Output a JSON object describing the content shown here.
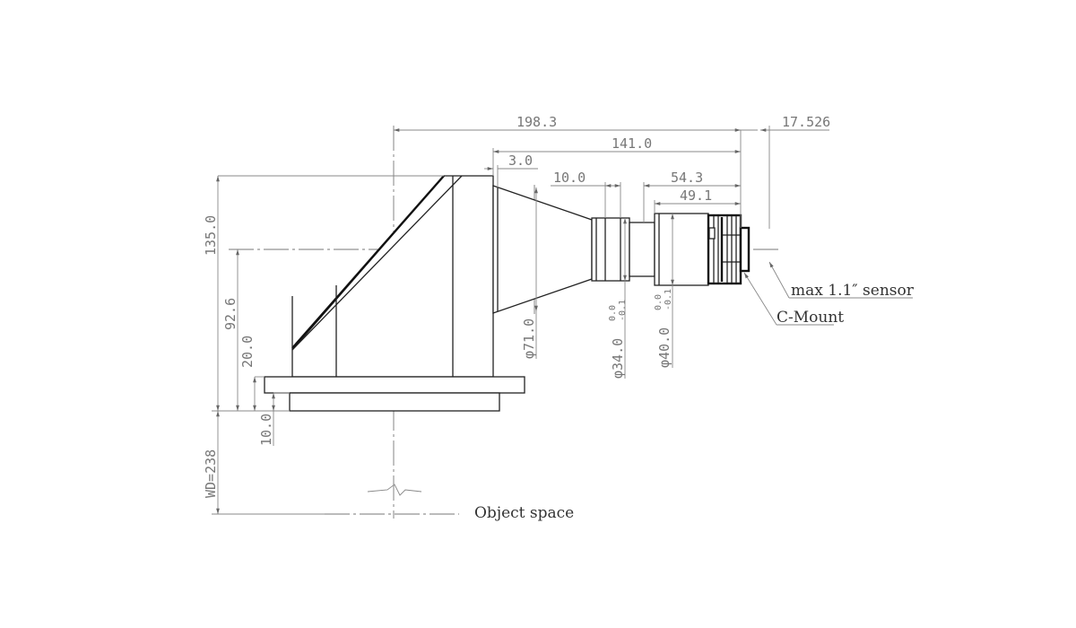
{
  "dimensions": {
    "overall_length": "198.3",
    "barrel_length": "141.0",
    "back_focus": "17.526",
    "flange_offset": "3.0",
    "ring_width": "10.0",
    "rear_length": "54.3",
    "rear_barrel": "49.1",
    "total_height": "135.0",
    "axis_height": "92.6",
    "base_step": "20.0",
    "base_thickness": "10.0",
    "working_distance": "WD=238",
    "dia_cone": "φ71.0",
    "dia_ring": "φ34.0",
    "dia_ring_tol_upper": "0.0",
    "dia_ring_tol_lower": "-0.1",
    "dia_rear": "φ40.0",
    "dia_rear_tol_upper": "0.0",
    "dia_rear_tol_lower": "-0.1"
  },
  "callouts": {
    "sensor": "max 1.1″ sensor",
    "mount": "C-Mount",
    "object_space": "Object space"
  }
}
